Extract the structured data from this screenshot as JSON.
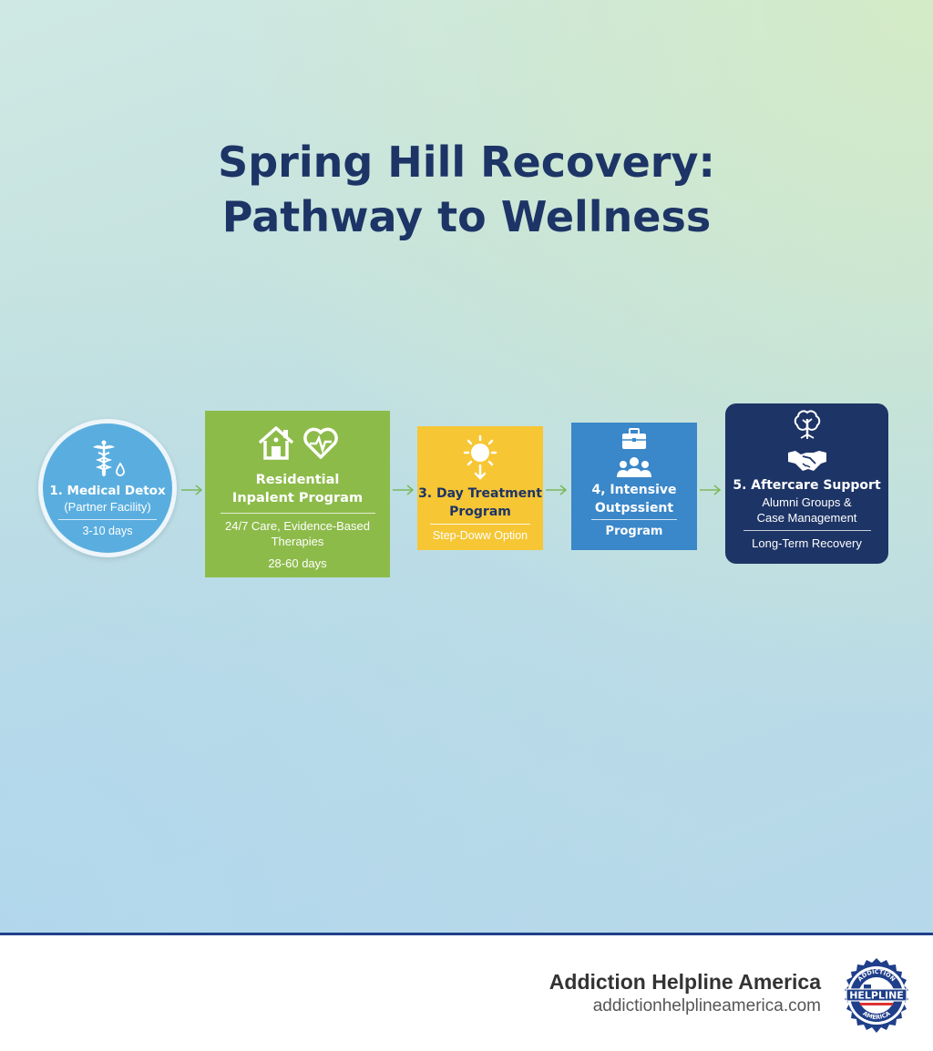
{
  "title": {
    "line1": "Spring Hill Recovery:",
    "line2": "Pathway to Wellness"
  },
  "steps": [
    {
      "label": "1. Medical Detox",
      "sub": "(Partner Facility)",
      "duration": "3-10 days",
      "color": "#5aaedf",
      "icon": "caduceus-icon"
    },
    {
      "label_line1": "Residential",
      "label_line2": "Inpalent Program",
      "desc_line1": "24/7 Care, Evidence-Based",
      "desc_line2": "Therapies",
      "duration": "28-60 days",
      "color": "#8dbb4a",
      "icons": [
        "house-icon",
        "heart-pulse-icon"
      ]
    },
    {
      "label_line1": "3. Day Treatment",
      "label_line2": "Program",
      "desc": "Step-Doww Option",
      "color": "#f6c634",
      "icon": "sun-icon"
    },
    {
      "label_line1": "4, Intensive",
      "label_line2": "Outpssient",
      "desc": "Program",
      "color": "#3a87c9",
      "icons": [
        "briefcase-icon",
        "group-icon"
      ]
    },
    {
      "label": "5. Aftercare Support",
      "desc_line1": "Alumni Groups &",
      "desc_line2": "Case Management",
      "duration": "Long-Term Recovery",
      "color": "#1d3466",
      "icons": [
        "tree-icon",
        "handshake-icon"
      ]
    }
  ],
  "footer": {
    "brand_name": "Addiction Helpline America",
    "brand_url": "addictionhelplineamerica.com",
    "logo_text_top": "ADDICTION",
    "logo_text_main": "HELPLINE",
    "logo_text_bottom": "AMERICA"
  },
  "colors": {
    "title": "#1d3466",
    "arrow": "#7cb85a",
    "footer_rule": "#1f3f8a"
  }
}
